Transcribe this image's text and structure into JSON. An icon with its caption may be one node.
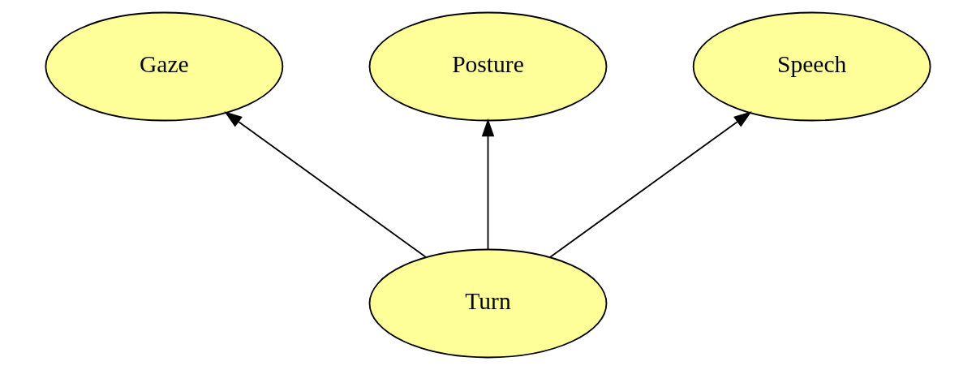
{
  "diagram": {
    "nodes": [
      {
        "text": [
          "Gaze"
        ]
      },
      {
        "text": [
          "Posture"
        ]
      },
      {
        "text": [
          "Speech"
        ]
      },
      {
        "text": [
          "Turn"
        ]
      }
    ],
    "edges": [
      {
        "from": 3,
        "to": 0,
        "arrow": "to"
      },
      {
        "from": 3,
        "to": 1,
        "arrow": "to"
      },
      {
        "from": 3,
        "to": 2,
        "arrow": "to"
      }
    ]
  }
}
